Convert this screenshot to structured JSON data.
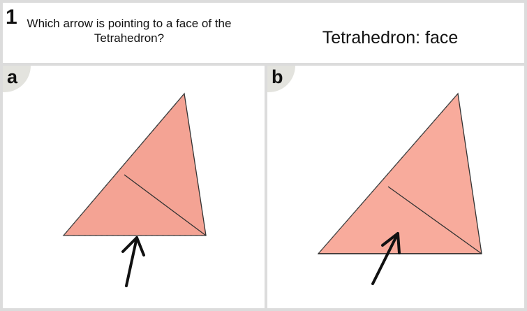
{
  "question": {
    "number": "1",
    "text": "Which arrow is pointing to a face of the Tetrahedron?",
    "topic": "Tetrahedron: face"
  },
  "options": [
    {
      "label": "a",
      "arrow_target": "edge"
    },
    {
      "label": "b",
      "arrow_target": "face"
    }
  ],
  "colors": {
    "face_fill": "#f4a394",
    "face_fill_b": "#f8ab9c",
    "border": "#dcdcdc",
    "badge": "#e3e3de"
  }
}
